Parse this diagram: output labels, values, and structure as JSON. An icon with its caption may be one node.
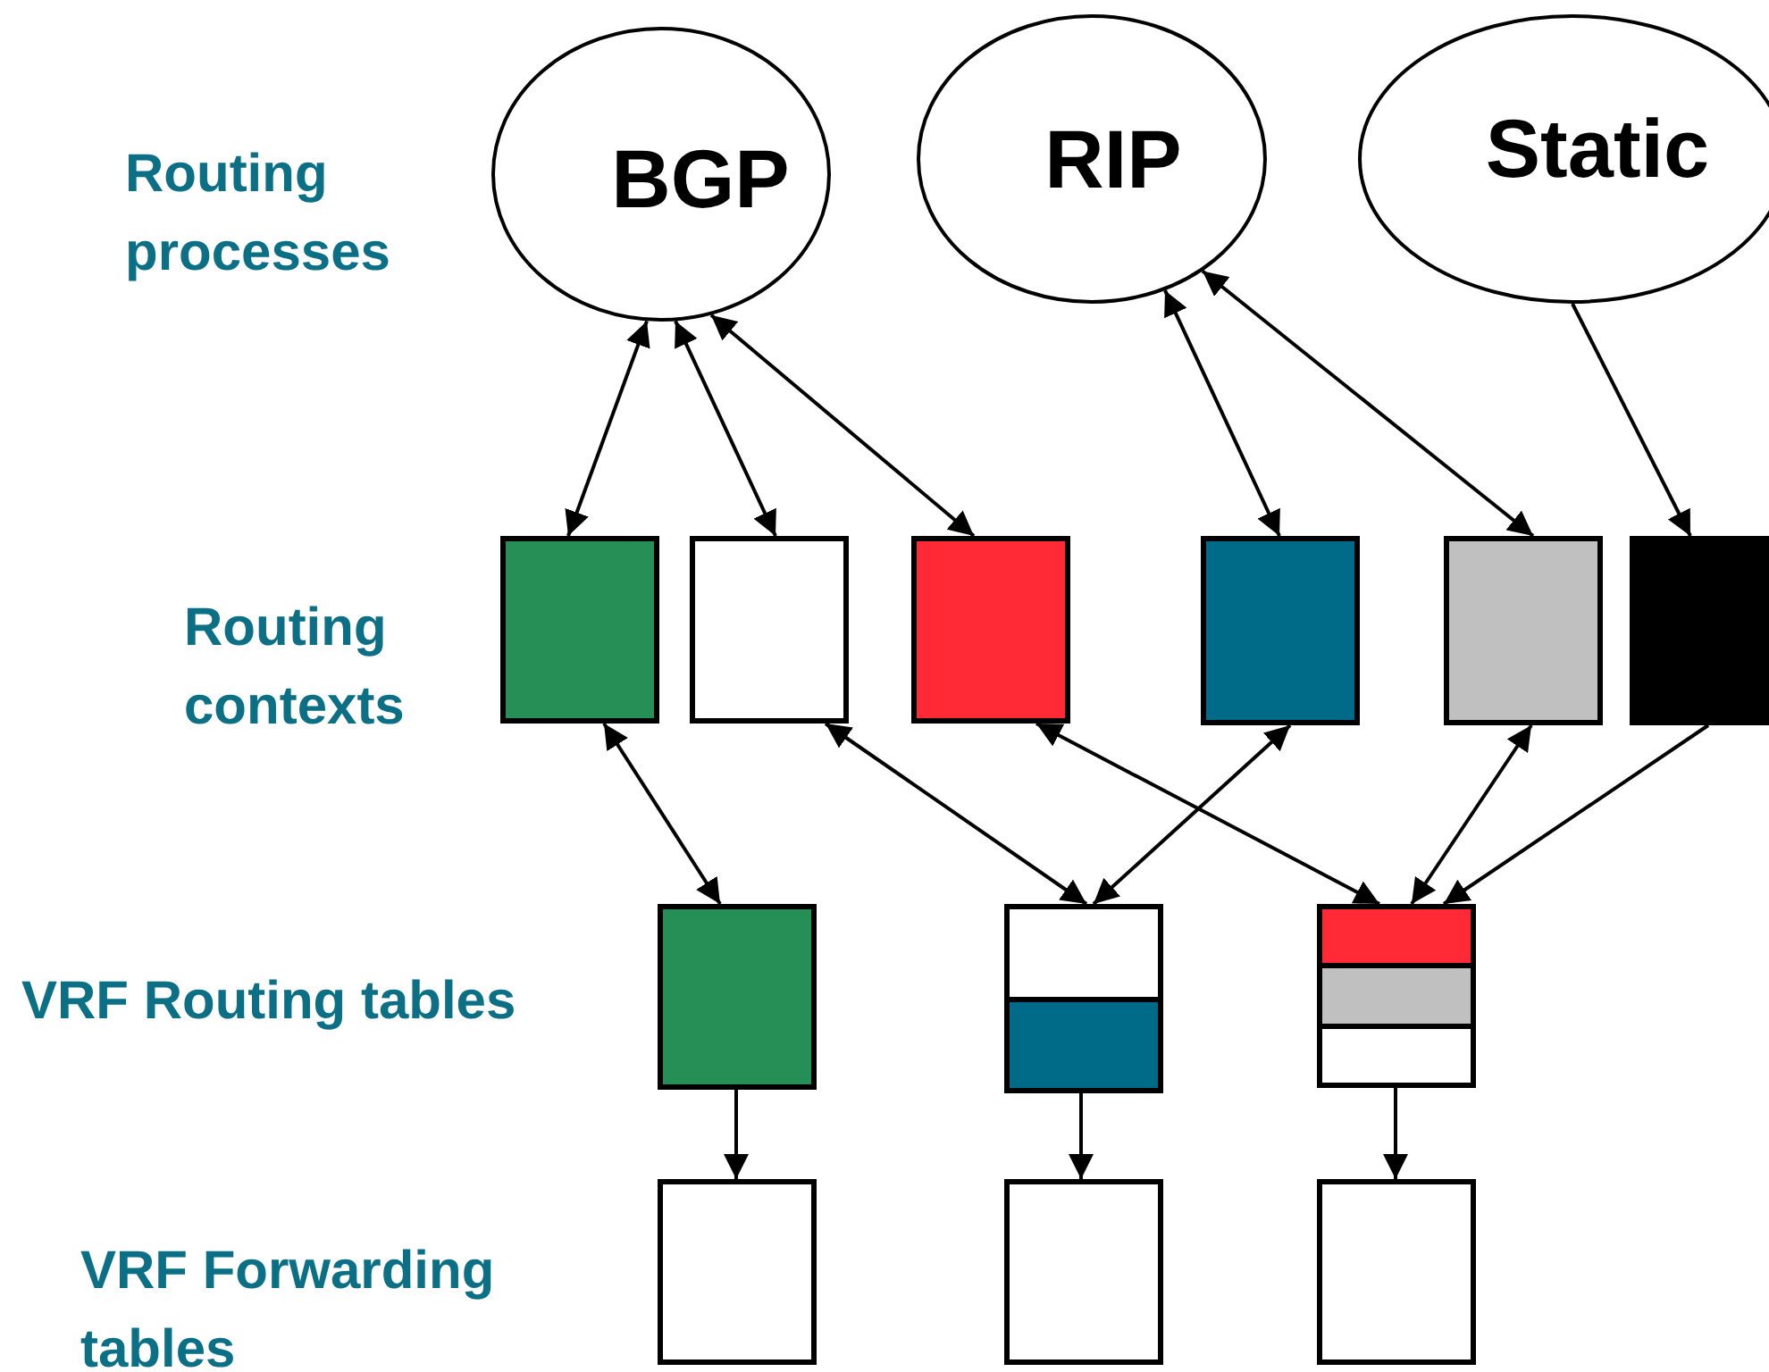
{
  "diagram": {
    "nodes": [
      {
        "text": [
          "BGP"
        ]
      },
      {
        "text": [
          "RIP"
        ]
      },
      {
        "text": [
          "Static"
        ]
      },
      {
        "text": [],
        "shape": "box"
      },
      {
        "text": [],
        "shape": "box"
      },
      {
        "text": [],
        "shape": "box"
      },
      {
        "text": [],
        "shape": "box"
      },
      {
        "text": [],
        "shape": "box"
      },
      {
        "text": [],
        "shape": "box"
      },
      {
        "text": [],
        "shape": "box"
      },
      {
        "text": [],
        "shape": "box"
      },
      {
        "text": [],
        "shape": "box"
      },
      {
        "text": [],
        "shape": "box"
      },
      {
        "text": [],
        "shape": "box"
      },
      {
        "text": [],
        "shape": "box"
      }
    ],
    "edges": [
      {
        "from": 0,
        "to": 3,
        "arrow": "both"
      },
      {
        "from": 0,
        "to": 4,
        "arrow": "both"
      },
      {
        "from": 0,
        "to": 5,
        "arrow": "both"
      },
      {
        "from": 1,
        "to": 6,
        "arrow": "both"
      },
      {
        "from": 1,
        "to": 7,
        "arrow": "both"
      },
      {
        "from": 2,
        "to": 8,
        "arrow": "to"
      },
      {
        "from": 3,
        "to": 9,
        "arrow": "both"
      },
      {
        "from": 4,
        "to": 10,
        "arrow": "both"
      },
      {
        "from": 6,
        "to": 10,
        "arrow": "both"
      },
      {
        "from": 5,
        "to": 11,
        "arrow": "both"
      },
      {
        "from": 7,
        "to": 11,
        "arrow": "both"
      },
      {
        "from": 8,
        "to": 11,
        "arrow": "to"
      },
      {
        "from": 9,
        "to": 12,
        "arrow": "to"
      },
      {
        "from": 10,
        "to": 13,
        "arrow": "to"
      },
      {
        "from": 11,
        "to": 14,
        "arrow": "to"
      }
    ],
    "labels": [
      "Routing processes",
      "Routing contexts",
      "VRF Routing tables",
      "VRF Forwarding tables"
    ]
  }
}
